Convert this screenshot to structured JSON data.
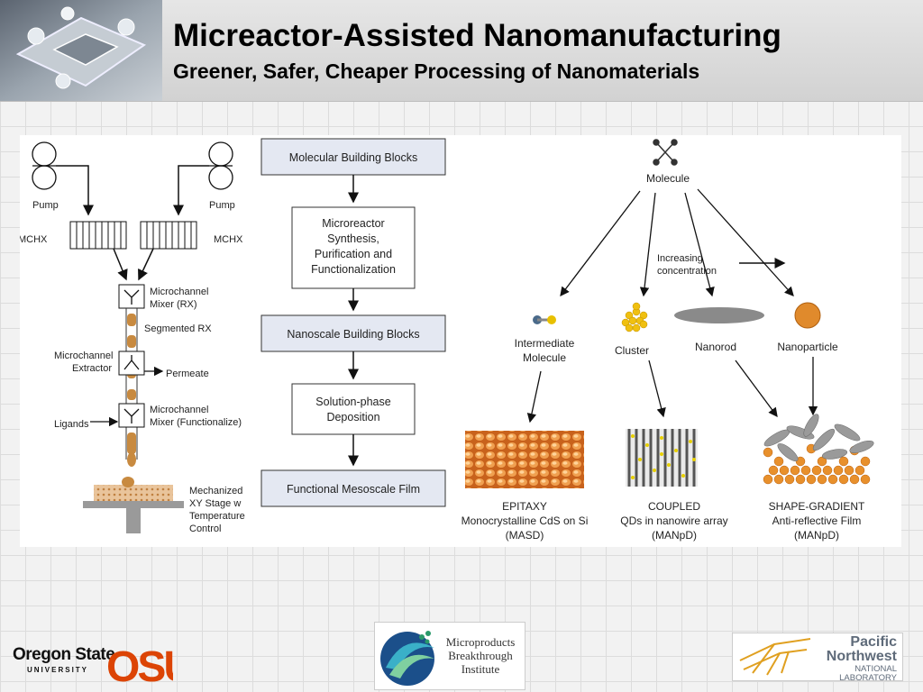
{
  "header": {
    "title": "Micreactor-Assisted Nanomanufacturing",
    "subtitle": "Greener, Safer, Cheaper Processing of Nanomaterials"
  },
  "left_diagram": {
    "pump_left": "Pump",
    "pump_right": "Pump",
    "mchx_left": "MCHX",
    "mchx_right": "MCHX",
    "mixer_rx_1": "Microchannel",
    "mixer_rx_2": "Mixer (RX)",
    "segmented": "Segmented RX",
    "extractor_1": "Microchannel",
    "extractor_2": "Extractor",
    "permeate": "Permeate",
    "ligands": "Ligands",
    "mixer_fn_1": "Microchannel",
    "mixer_fn_2": "Mixer (Functionalize)",
    "stage_1": "Mechanized",
    "stage_2": "XY Stage w",
    "stage_3": "Temperature",
    "stage_4": "Control"
  },
  "flowchart": {
    "box1": "Molecular Building Blocks",
    "box2_l1": "Microreactor",
    "box2_l2": "Synthesis,",
    "box2_l3": "Purification and",
    "box2_l4": "Functionalization",
    "box3": "Nanoscale Building Blocks",
    "box4_l1": "Solution-phase",
    "box4_l2": "Deposition",
    "box5": "Functional Mesoscale Film"
  },
  "right_diagram": {
    "molecule": "Molecule",
    "increasing_1": "Increasing",
    "increasing_2": "concentration",
    "intermediate_1": "Intermediate",
    "intermediate_2": "Molecule",
    "cluster": "Cluster",
    "nanorod": "Nanorod",
    "nanoparticle": "Nanoparticle",
    "epitaxy_1": "EPITAXY",
    "epitaxy_2": "Monocrystalline CdS on Si",
    "epitaxy_3": "(MASD)",
    "coupled_1": "COUPLED",
    "coupled_2": "QDs in nanowire array",
    "coupled_3": "(MANpD)",
    "shape_1": "SHAPE-GRADIENT",
    "shape_2": "Anti-reflective Film",
    "shape_3": "(MANpD)"
  },
  "logos": {
    "osu_name": "Oregon State",
    "osu_univ": "UNIVERSITY",
    "osu_mark": "OSU",
    "mbi_1": "Microproducts",
    "mbi_2": "Breakthrough",
    "mbi_3": "Institute",
    "pnnl_1": "Pacific",
    "pnnl_2": "Northwest",
    "pnnl_3": "NATIONAL",
    "pnnl_4": "LABORATORY"
  },
  "colors": {
    "flow_box_fill": "#e4e8f2",
    "orange_particle": "#e08a2c",
    "osu_orange": "#dc4405"
  }
}
